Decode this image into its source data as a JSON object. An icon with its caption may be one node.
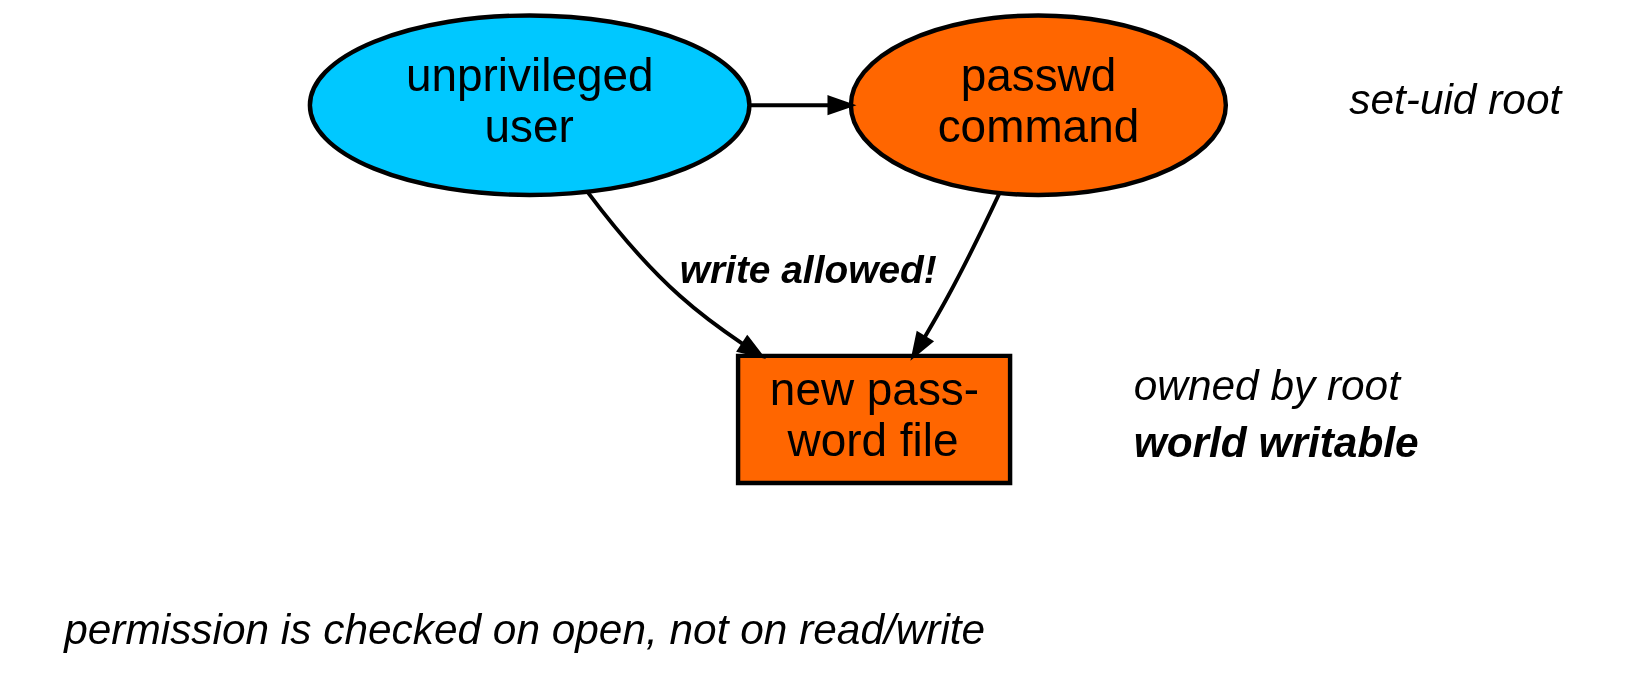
{
  "diagram": {
    "nodes": [
      {
        "text": [
          "unprivileged user"
        ]
      },
      {
        "text": [
          "passwd command"
        ],
        "beside": [
          "set-uid root"
        ]
      },
      {
        "text": [
          "new pass- word file"
        ],
        "beside": [
          "owned by root",
          "world writable"
        ]
      }
    ],
    "edges": [
      {
        "from": 0,
        "to": 1,
        "arrow": "to"
      },
      {
        "from": 1,
        "to": 2,
        "arrow": "to"
      },
      {
        "from": 0,
        "to": 2,
        "arrow": "to",
        "label": "write allowed!"
      }
    ],
    "labels": [
      "permission is checked on open, not on read/write"
    ]
  }
}
